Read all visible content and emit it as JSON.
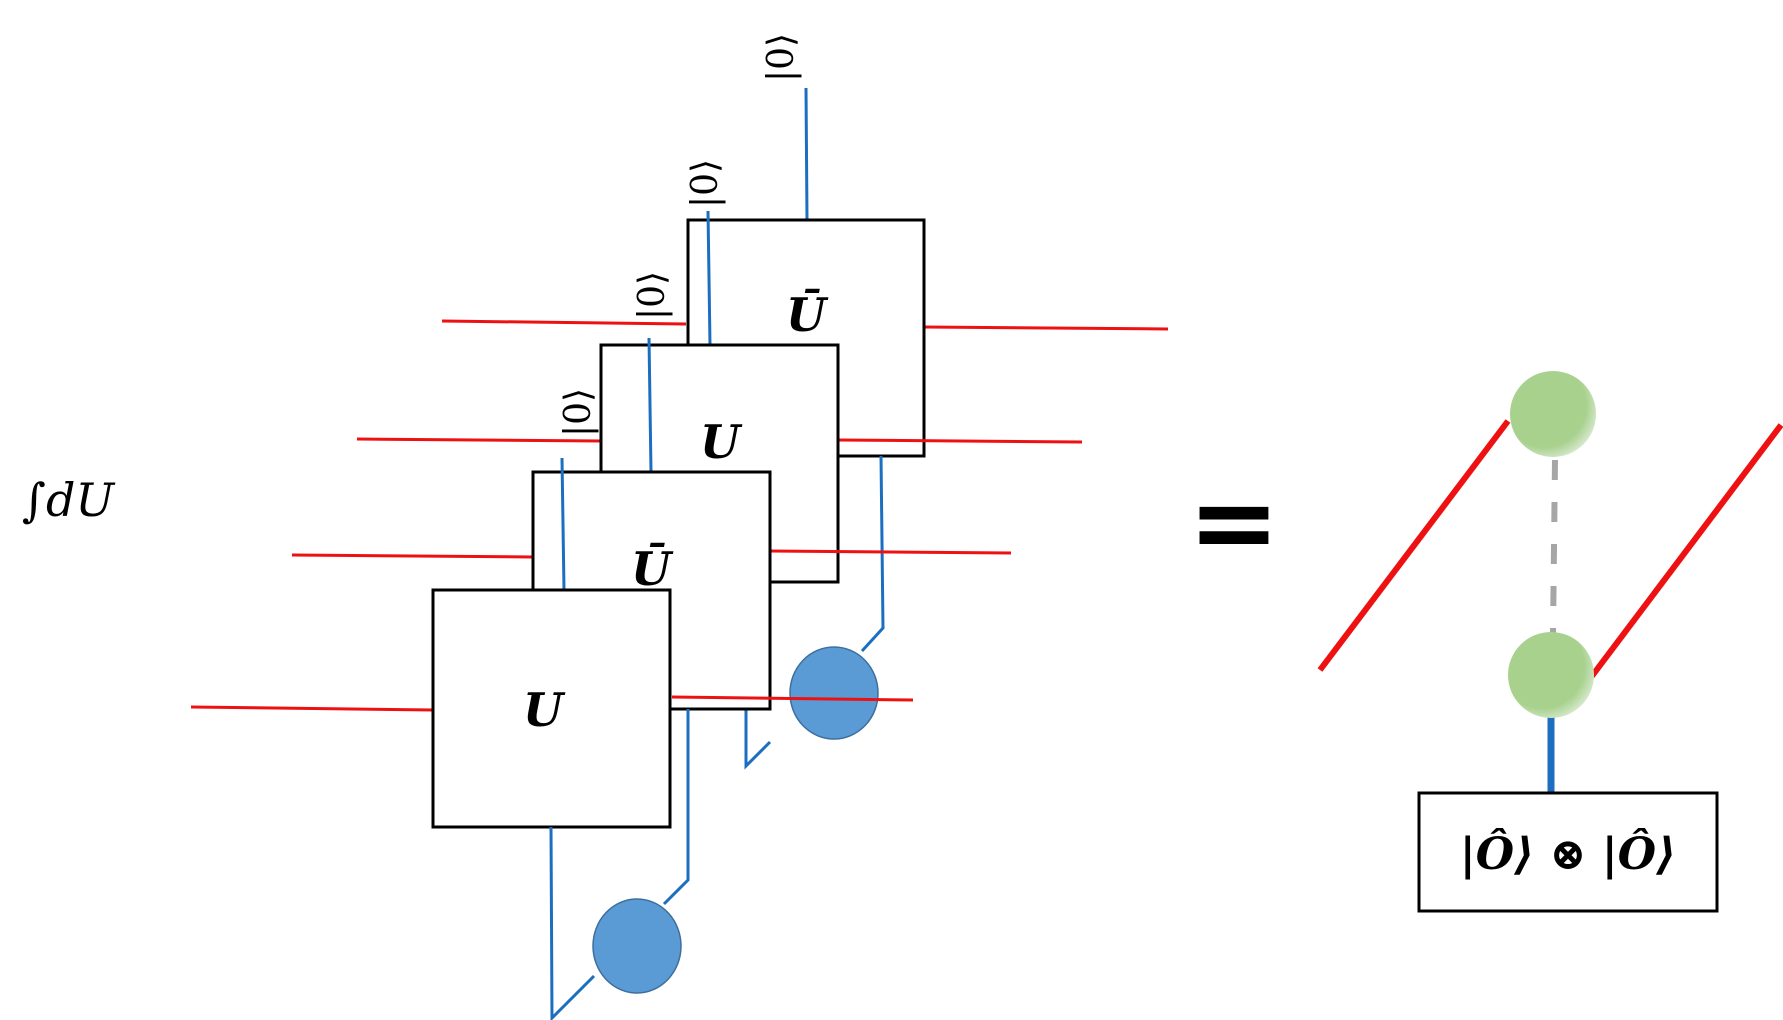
{
  "diagram": {
    "integral_label": "∫dU",
    "ket_label": "|0⟩",
    "gates": {
      "back": "Ū",
      "third": "U",
      "second": "Ū",
      "front": "U"
    },
    "equals": "=",
    "result_label": "|Ô⟩ ⊗ |Ô⟩",
    "colors": {
      "wire_red": "#ee1111",
      "wire_blue": "#1c6fc0",
      "ellipse_blue": "#5b9bd5",
      "node_green": "#a9d18e",
      "dashed_gray": "#a6a6a6"
    }
  }
}
